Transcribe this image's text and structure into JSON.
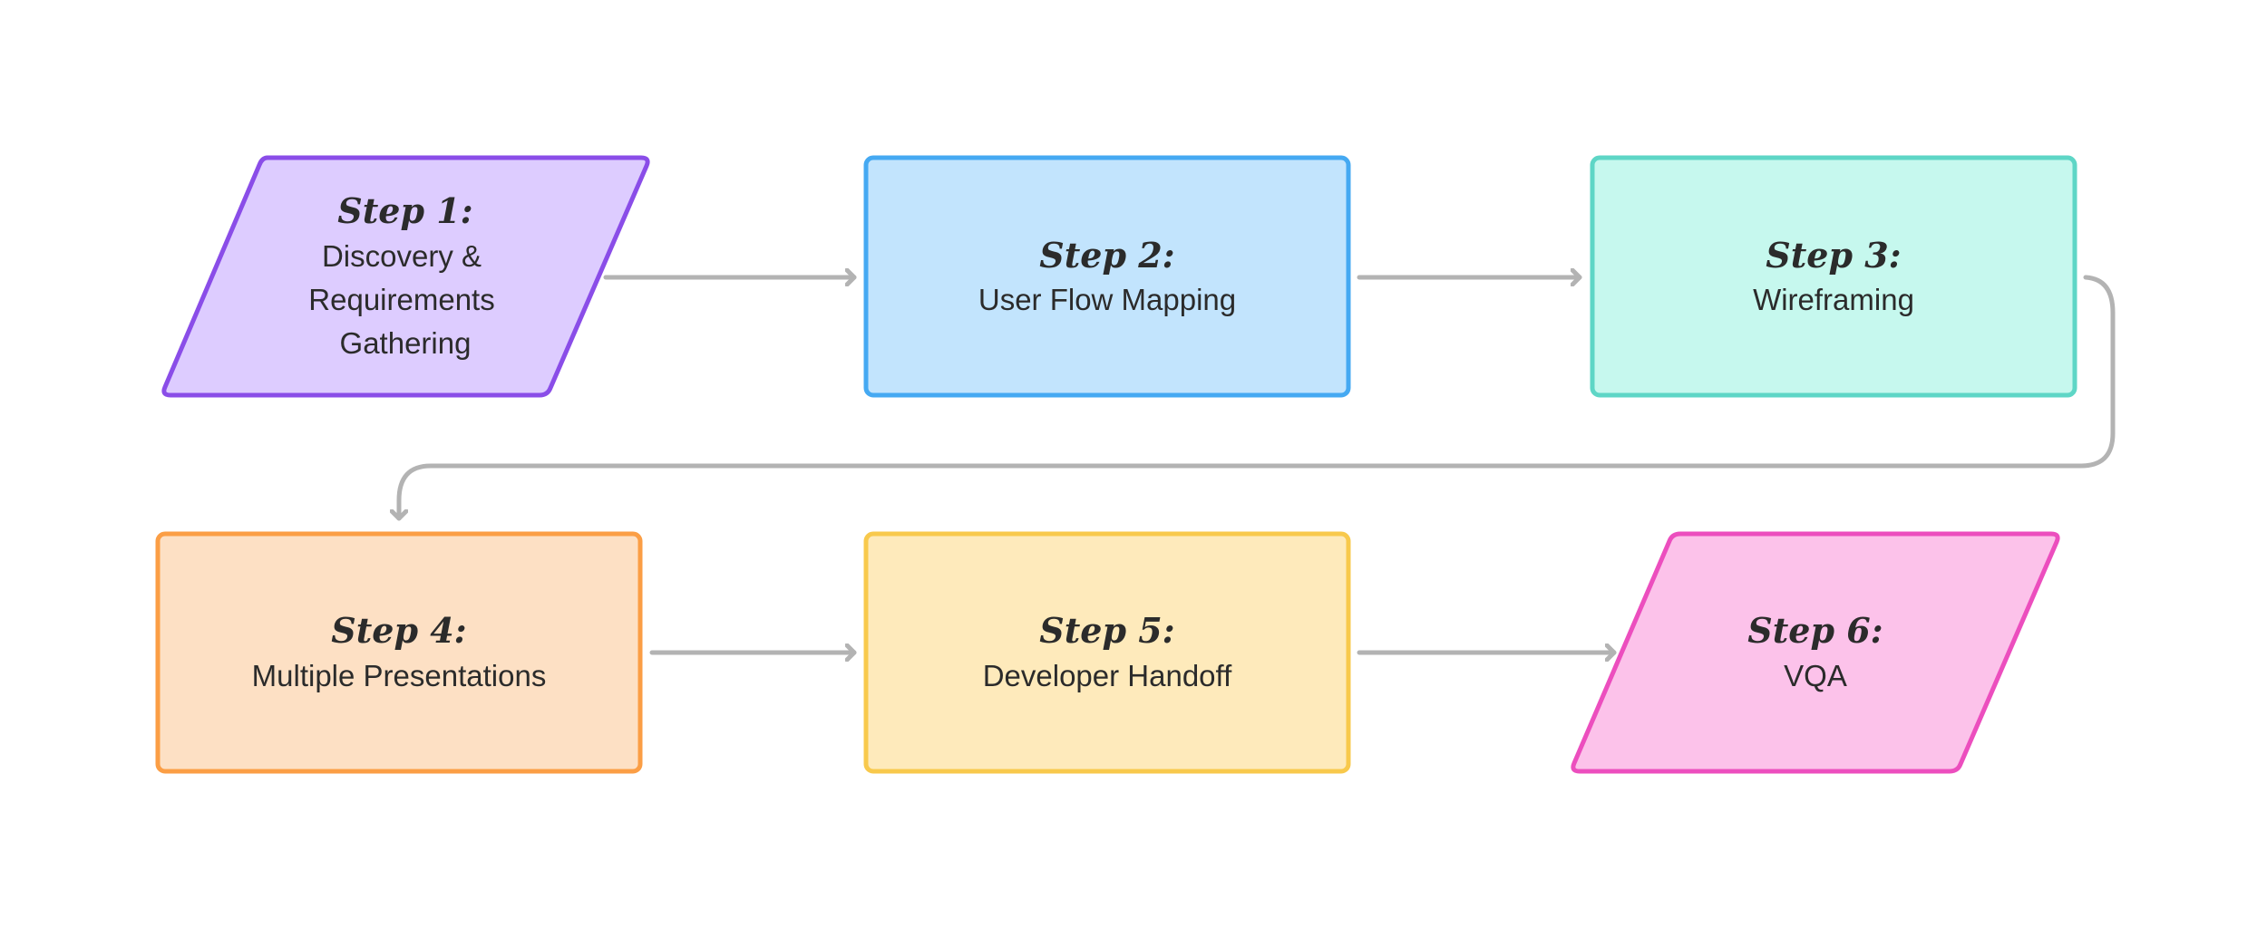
{
  "steps": [
    {
      "title": "Step 1:",
      "lines": [
        "Discovery &",
        "Requirements",
        "Gathering"
      ],
      "shape": "parallelogram",
      "fill": "#DDCCFF",
      "stroke": "#8A4DE8"
    },
    {
      "title": "Step 2:",
      "lines": [
        "User Flow Mapping"
      ],
      "shape": "rectangle",
      "fill": "#C2E4FD",
      "stroke": "#45A9F2"
    },
    {
      "title": "Step 3:",
      "lines": [
        "Wireframing"
      ],
      "shape": "rectangle",
      "fill": "#C6F8EE",
      "stroke": "#5ED6C6"
    },
    {
      "title": "Step 4:",
      "lines": [
        "Multiple Presentations"
      ],
      "shape": "rectangle",
      "fill": "#FDE0C4",
      "stroke": "#FB9E45"
    },
    {
      "title": "Step 5:",
      "lines": [
        "Developer Handoff"
      ],
      "shape": "rectangle",
      "fill": "#FEEABB",
      "stroke": "#F8C94C"
    },
    {
      "title": "Step 6:",
      "lines": [
        "VQA"
      ],
      "shape": "parallelogram",
      "fill": "#FCC2EA",
      "stroke": "#EC4EBE"
    }
  ],
  "connector_color": "#B3B3B3"
}
